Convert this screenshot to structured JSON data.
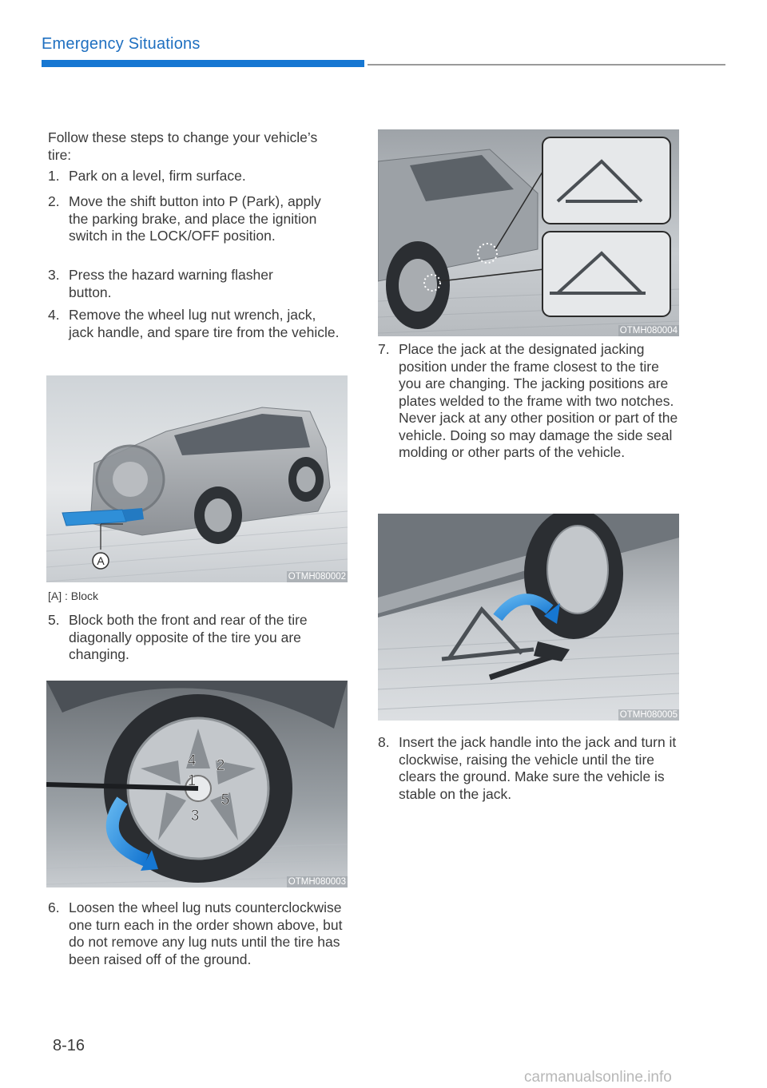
{
  "header": {
    "title": "Emergency Situations"
  },
  "intro": "Follow these steps to change your vehicle’s tire:",
  "steps": [
    {
      "num": "1.",
      "text": "Park on a level, firm surface."
    },
    {
      "num": "2.",
      "text": "Move the shift button into P (Park), apply the parking brake, and place the ignition switch in the LOCK/OFF position."
    },
    {
      "num": "3.",
      "text": "Press the hazard warning flasher button."
    },
    {
      "num": "4.",
      "text": "Remove the wheel lug nut wrench, jack, jack handle, and spare tire from the vehicle."
    },
    {
      "num": "5.",
      "text": "Block both the front and rear of the tire diagonally opposite of the tire you are changing."
    },
    {
      "num": "6.",
      "text": "Loosen the wheel lug nuts counterclockwise one turn each in the order shown above, but do not remove any lug nuts until the tire has been raised off of the ground."
    },
    {
      "num": "7.",
      "text": "Place the jack at the designated jacking position under the frame closest to the tire you are changing. The jacking positions are plates welded to the frame with two notches. Never jack at any other position or part of the vehicle. Doing so may damage the side seal molding or other parts of the vehicle."
    },
    {
      "num": "8.",
      "text": "Insert the jack handle into the jack and turn it clockwise, raising the vehicle until the tire clears the ground. Make sure the vehicle is stable on the jack."
    }
  ],
  "figures": {
    "fig1": {
      "code": "OTMH080002",
      "label": "A"
    },
    "fig2": {
      "code": "OTMH080003",
      "nut_labels": [
        "1",
        "2",
        "3",
        "4",
        "5"
      ]
    },
    "fig3": {
      "code": "OTMH080004"
    },
    "fig4": {
      "code": "OTMH080005"
    }
  },
  "caption": "[A] : Block",
  "footer": {
    "page": "8-16",
    "watermark": "carmanualsonline.info"
  },
  "colors": {
    "accent": "#1677d2",
    "title": "#1e6fc0",
    "block": "#2f8fd8"
  }
}
